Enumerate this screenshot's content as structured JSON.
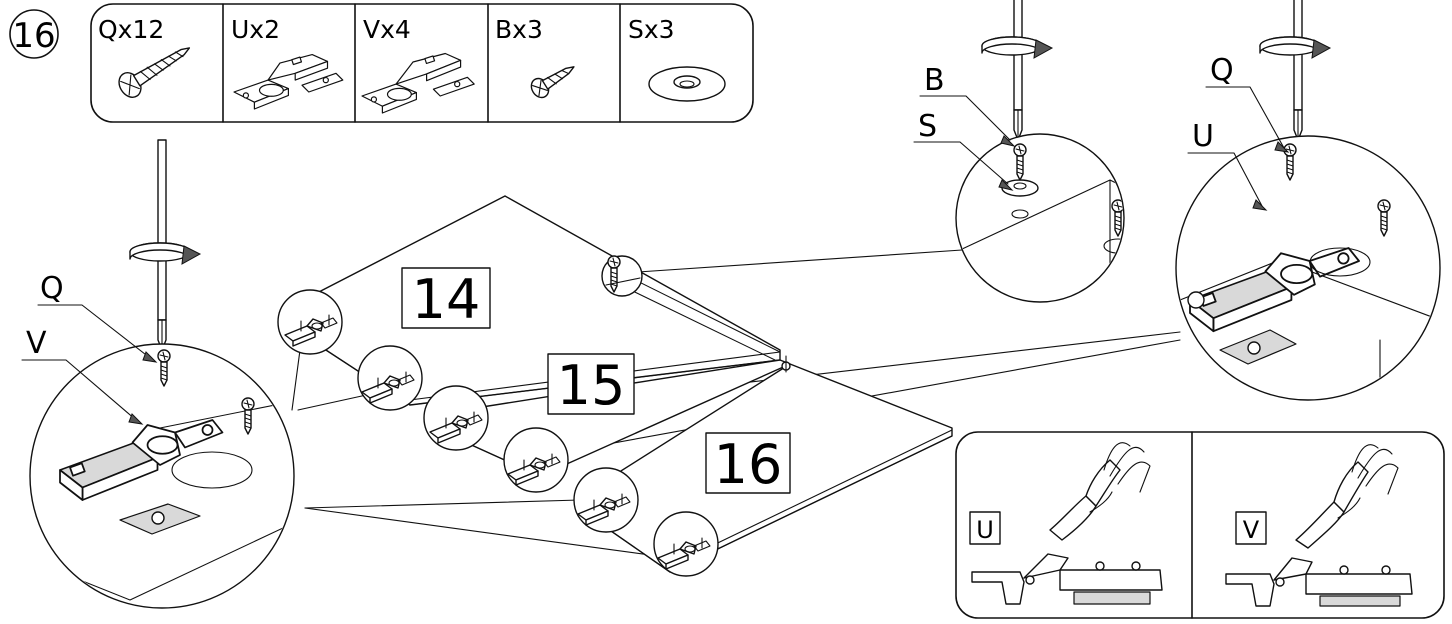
{
  "step": {
    "number": "16"
  },
  "parts": [
    {
      "label": "Qx12",
      "icon": "screw-long-icon"
    },
    {
      "label": "Ux2",
      "icon": "hinge-u-icon"
    },
    {
      "label": "Vx4",
      "icon": "hinge-v-icon"
    },
    {
      "label": "Bx3",
      "icon": "screw-short-icon"
    },
    {
      "label": "Sx3",
      "icon": "washer-icon"
    }
  ],
  "panels": [
    {
      "label": "14"
    },
    {
      "label": "15"
    },
    {
      "label": "16"
    }
  ],
  "callouts": {
    "left": {
      "q": "Q",
      "v": "V"
    },
    "top_middle": {
      "b": "B",
      "s": "S"
    },
    "top_right": {
      "q": "Q",
      "u": "U"
    }
  },
  "hinge_types": [
    {
      "label": "U"
    },
    {
      "label": "V"
    }
  ]
}
